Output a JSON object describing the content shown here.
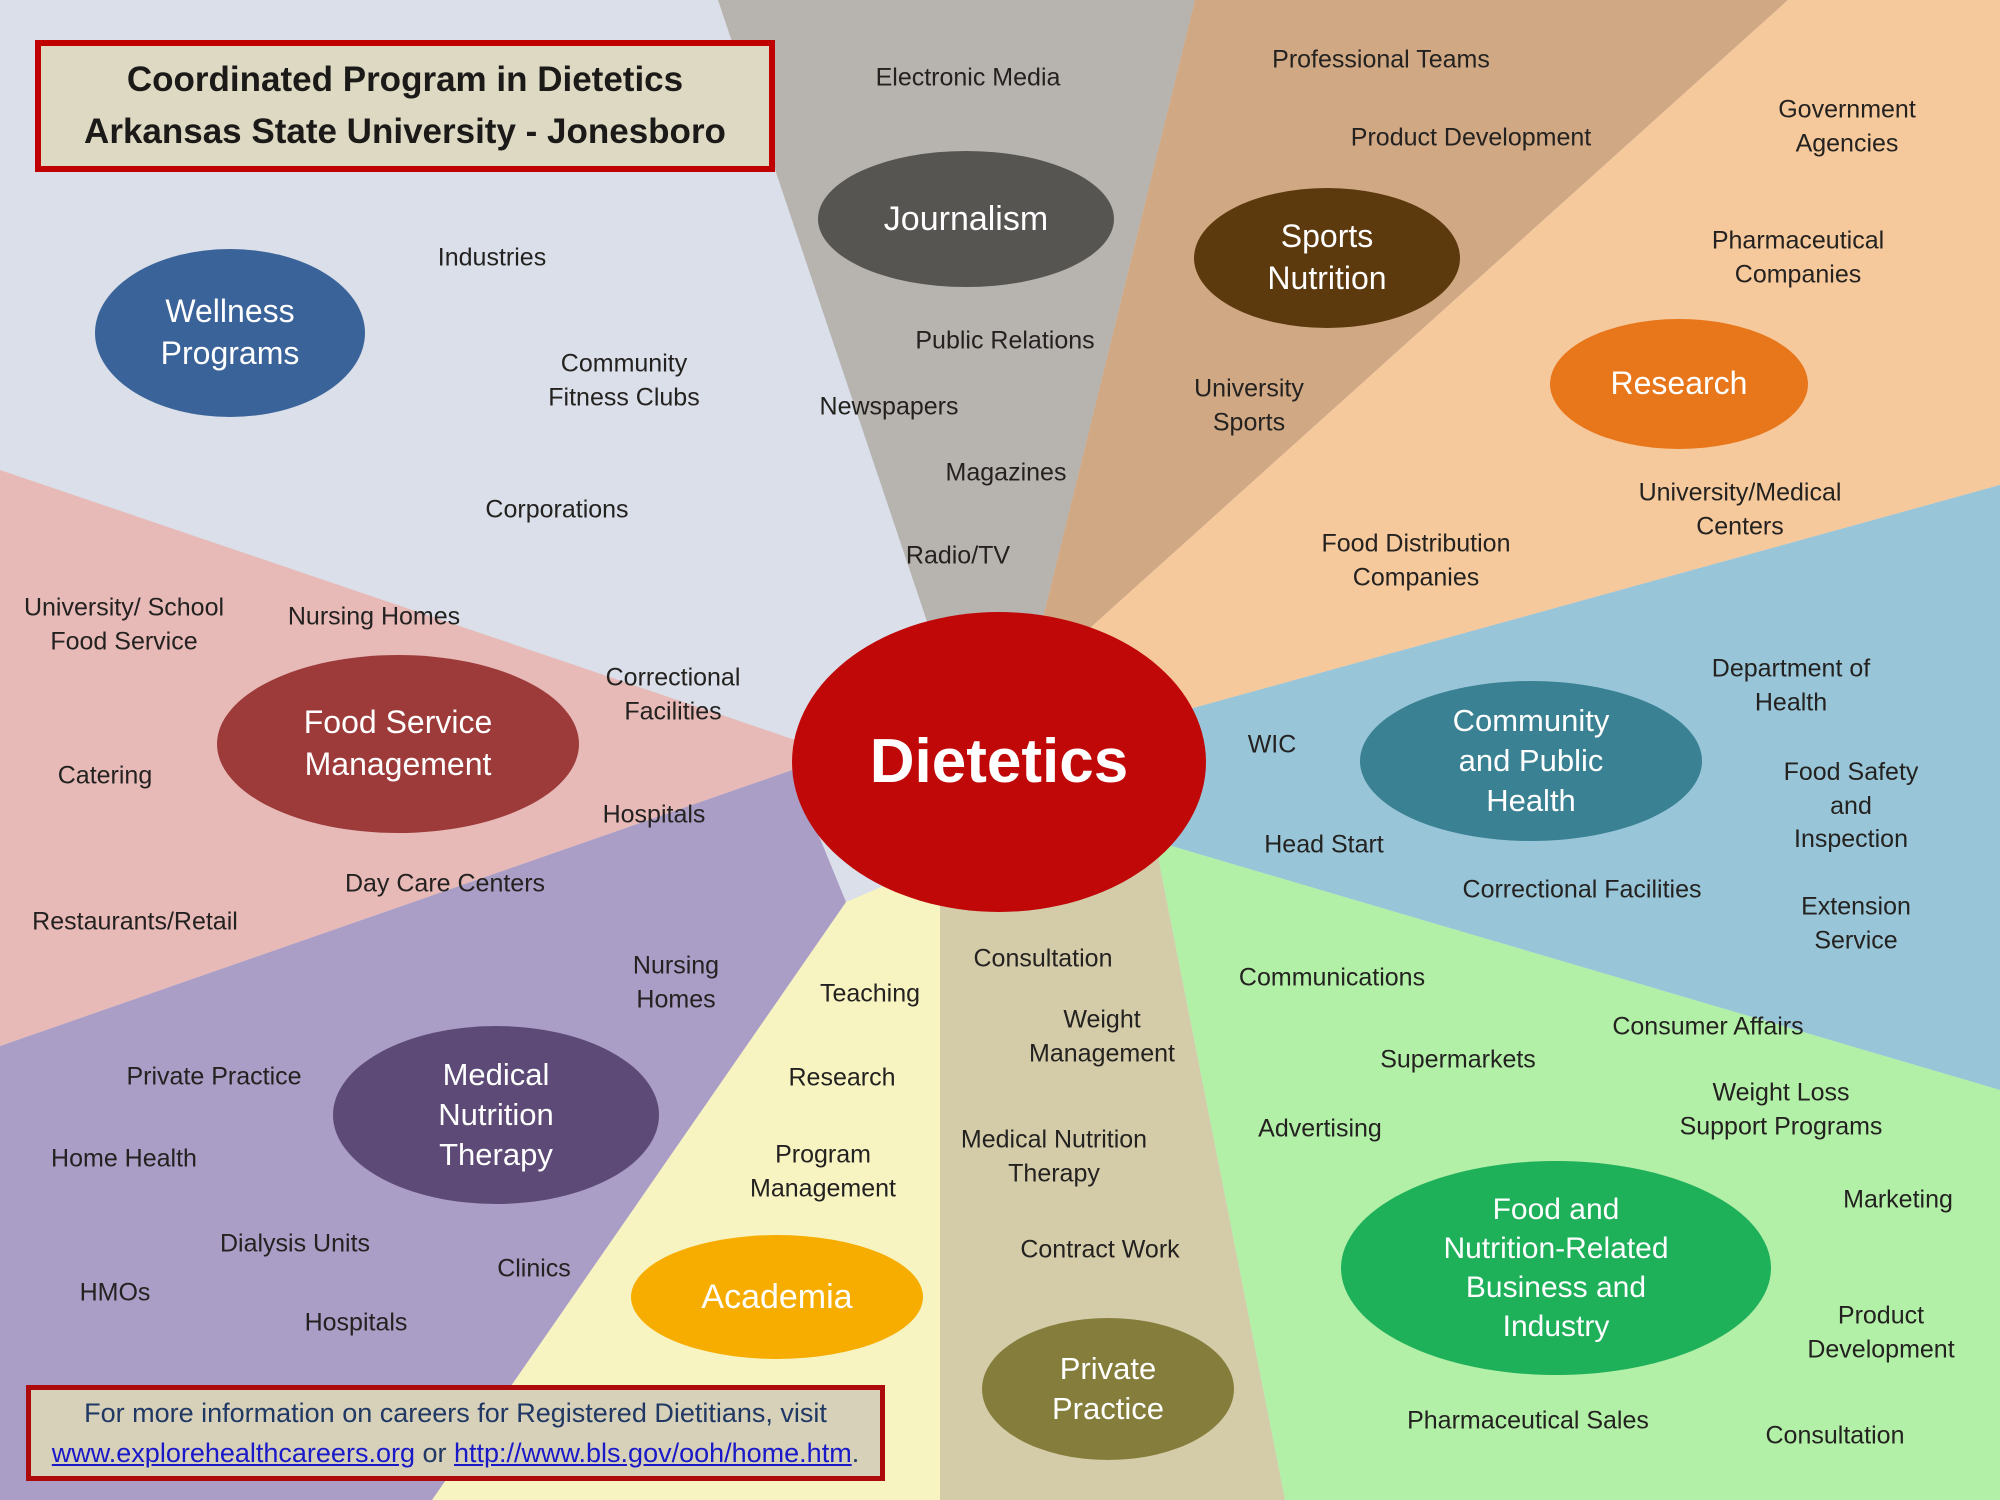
{
  "title_box": {
    "line1": "Coordinated Program in Dietetics",
    "line2": "Arkansas State University - Jonesboro",
    "bg": "#ded9c3",
    "border": "#c00000"
  },
  "center": {
    "label": "Dietetics",
    "color": "#c00808"
  },
  "wedges": {
    "wellness": {
      "bg": "#dadfe9",
      "ellipse_color": "#3a6399",
      "ellipse_label": "Wellness\nPrograms",
      "items": {
        "industries": "Industries",
        "community_fitness_clubs": "Community\nFitness Clubs",
        "corporations": "Corporations"
      }
    },
    "journalism": {
      "bg": "#b7b3af",
      "ellipse_color": "#575551",
      "ellipse_label": "Journalism",
      "items": {
        "electronic_media": "Electronic Media",
        "public_relations": "Public Relations",
        "newspapers": "Newspapers",
        "magazines": "Magazines",
        "radio_tv": "Radio/TV"
      }
    },
    "sports_nutrition": {
      "bg": "#d0a884",
      "ellipse_color": "#5d390e",
      "ellipse_label": "Sports\nNutrition",
      "items": {
        "professional_teams": "Professional Teams",
        "product_development": "Product Development",
        "university_sports": "University\nSports",
        "food_distribution_companies": "Food Distribution\nCompanies"
      }
    },
    "research": {
      "bg": "#f6c99c",
      "ellipse_color": "#e8771c",
      "ellipse_label": "Research",
      "items": {
        "government_agencies": "Government\nAgencies",
        "pharmaceutical_companies": "Pharmaceutical\nCompanies",
        "university_medical_centers": "University/Medical\nCenters"
      }
    },
    "community_public_health": {
      "bg": "#98c6d8",
      "ellipse_color": "#3a8193",
      "ellipse_label": "Community\nand Public\nHealth",
      "items": {
        "wic": "WIC",
        "head_start": "Head Start",
        "department_of_health": "Department of\nHealth",
        "food_safety_inspection": "Food Safety and\nInspection",
        "correctional_facilities": "Correctional Facilities",
        "extension_service": "Extension Service"
      }
    },
    "food_service_management": {
      "bg": "#e7bab8",
      "ellipse_color": "#9d3b3a",
      "ellipse_label": "Food Service\nManagement",
      "items": {
        "university_school_food_service": "University/ School\nFood Service",
        "nursing_homes": "Nursing Homes",
        "correctional_facilities": "Correctional\nFacilities",
        "catering": "Catering",
        "hospitals": "Hospitals",
        "day_care_centers": "Day Care Centers",
        "restaurants_retail": "Restaurants/Retail"
      }
    },
    "medical_nutrition_therapy": {
      "bg": "#aa9dc6",
      "ellipse_color": "#5d4a77",
      "ellipse_label": "Medical\nNutrition\nTherapy",
      "items": {
        "private_practice": "Private Practice",
        "home_health": "Home Health",
        "dialysis_units": "Dialysis Units",
        "hmos": "HMOs",
        "clinics": "Clinics",
        "hospitals": "Hospitals",
        "nursing_homes": "Nursing\nHomes"
      }
    },
    "academia": {
      "bg": "#f7f4c2",
      "ellipse_color": "#f7ad00",
      "ellipse_label": "Academia",
      "items": {
        "teaching": "Teaching",
        "research": "Research",
        "program_management": "Program\nManagement"
      }
    },
    "private_practice": {
      "bg": "#d4cca9",
      "ellipse_color": "#857d3b",
      "ellipse_label": "Private\nPractice",
      "items": {
        "consultation": "Consultation",
        "weight_management": "Weight\nManagement",
        "medical_nutrition_therapy": "Medical Nutrition\nTherapy",
        "contract_work": "Contract Work"
      }
    },
    "food_nutrition_business": {
      "bg": "#b2f0a7",
      "ellipse_color": "#1fb05a",
      "ellipse_label": "Food and\nNutrition-Related\nBusiness and\nIndustry",
      "items": {
        "communications": "Communications",
        "consumer_affairs": "Consumer Affairs",
        "supermarkets": "Supermarkets",
        "weight_loss_support_programs": "Weight Loss Support Programs",
        "advertising": "Advertising",
        "marketing": "Marketing",
        "product_development": "Product\nDevelopment",
        "pharmaceutical_sales": "Pharmaceutical Sales",
        "consultation": "Consultation"
      }
    }
  },
  "footer_box": {
    "line1": "For more information on careers for Registered Dietitians, visit",
    "link1": "www.explorehealthcareers.org",
    "separator": " or ",
    "link2": "http://www.bls.gov/ooh/home.htm",
    "period": ".",
    "bg": "#d7d1ba",
    "border": "#ad0b0b",
    "link_color": "#1919c8"
  }
}
